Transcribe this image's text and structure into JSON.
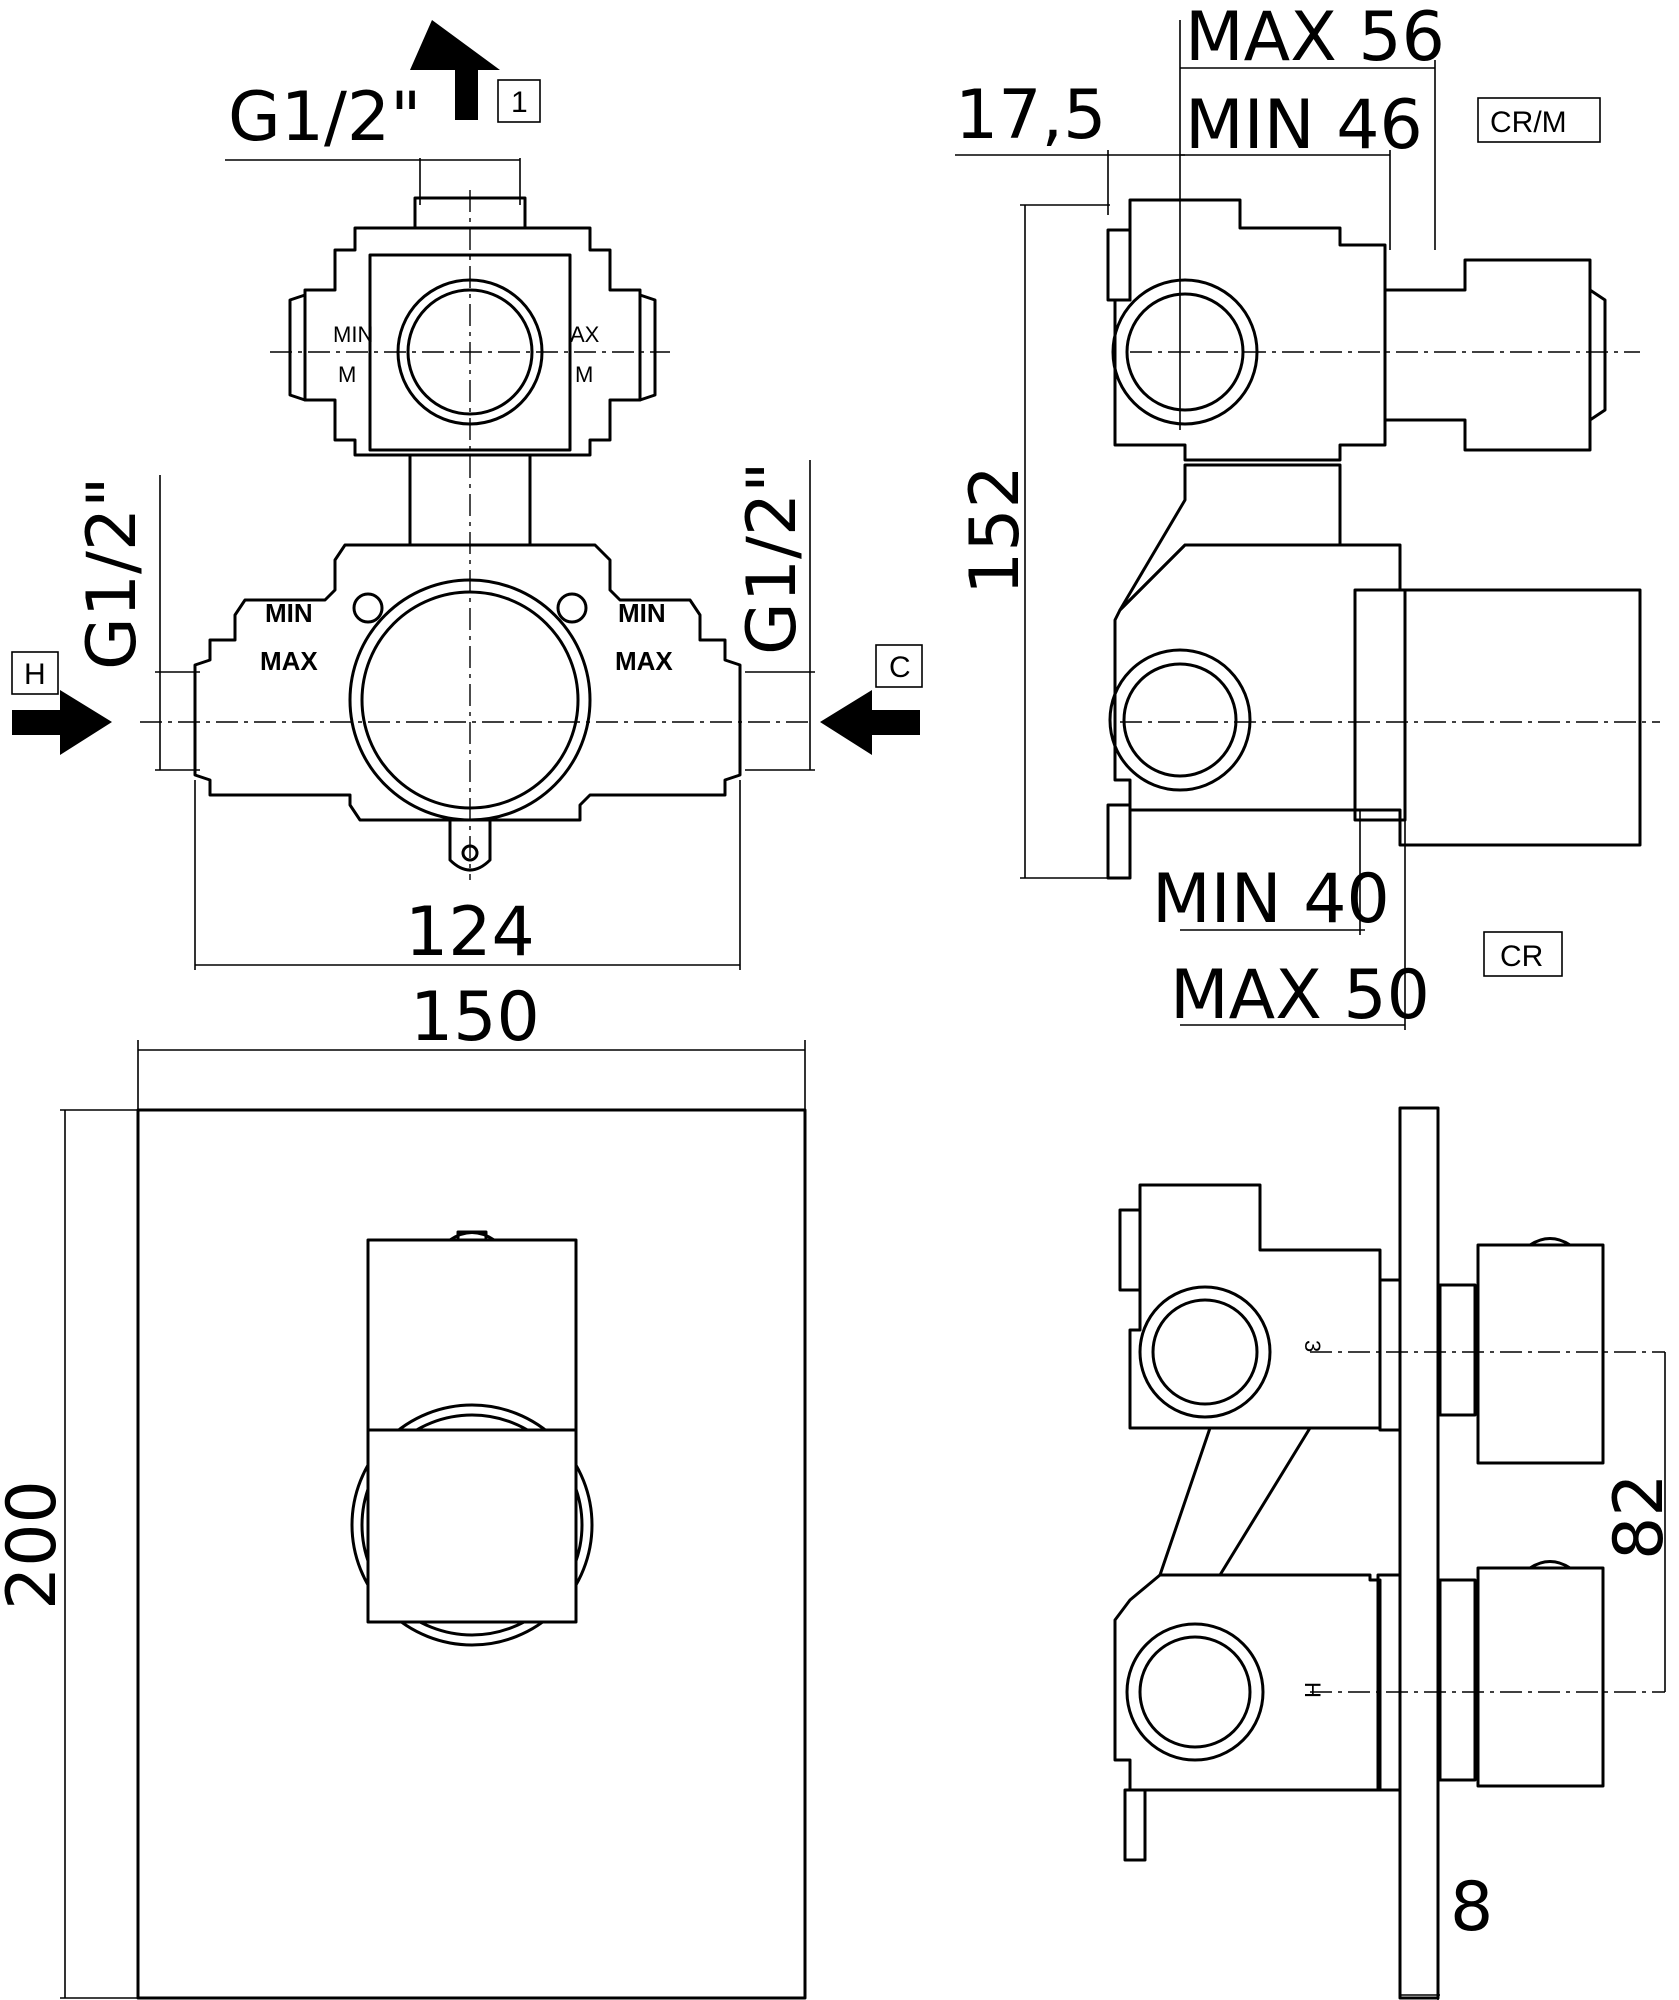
{
  "drawing": {
    "front_valve": {
      "top_outlet_thread": "G1/2\"",
      "top_outlet_tag": "1",
      "left_inlet_thread": "G1/2\"",
      "left_inlet_tag": "H",
      "right_inlet_thread": "G1/2\"",
      "right_inlet_tag": "C",
      "body_width": "124",
      "min_label": "MIN",
      "max_label": "MAX"
    },
    "side_valve": {
      "offset": "17,5",
      "top_depth_max": "MAX 56",
      "top_depth_min": "MIN 46",
      "top_variant": "CR/M",
      "height": "152",
      "bottom_depth_min": "MIN 40",
      "bottom_depth_max": "MAX 50",
      "bottom_variant": "CR"
    },
    "plate_front": {
      "width": "150",
      "height": "200"
    },
    "plate_side": {
      "handle_spacing": "82",
      "plate_thickness": "8",
      "upper_marking": "3",
      "lower_marking": "H"
    }
  }
}
